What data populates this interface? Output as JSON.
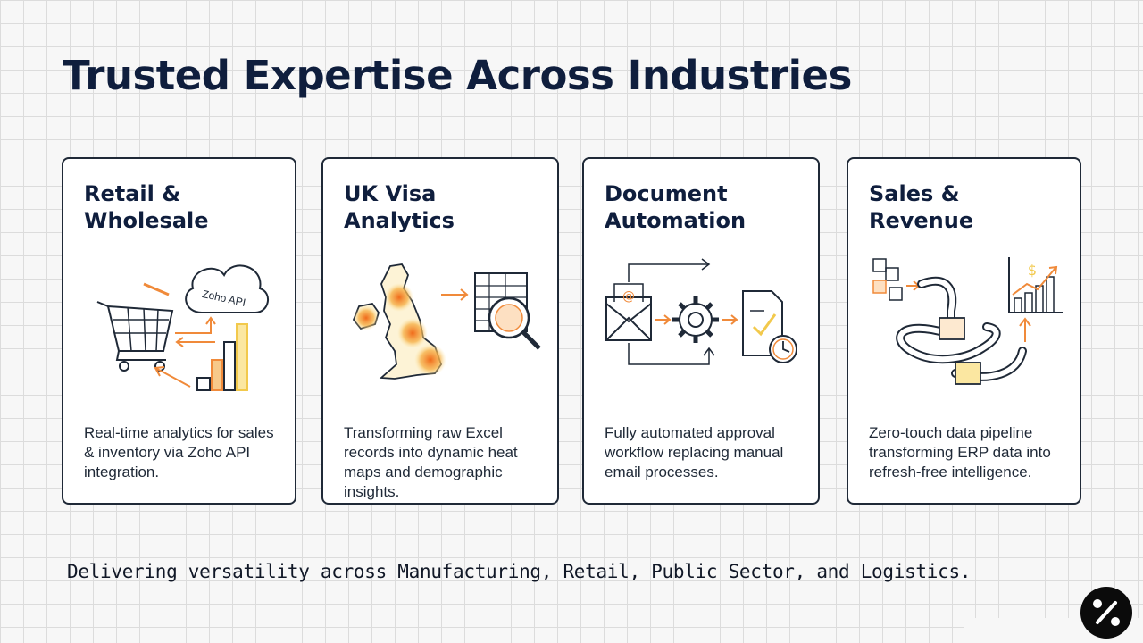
{
  "page": {
    "title": "Trusted Expertise Across Industries",
    "tagline": "Delivering versatility across Manufacturing, Retail, Public Sector, and Logistics."
  },
  "cards": [
    {
      "title": "Retail &\nWholesale",
      "description": "Real-time analytics for sales & inventory via Zoho API integration.",
      "illustration_label": "Zoho API",
      "icon": "shopping-cart-cloud-icon"
    },
    {
      "title": "UK Visa\nAnalytics",
      "description": "Transforming raw Excel records into dynamic heat maps and demographic insights.",
      "icon": "uk-heatmap-icon"
    },
    {
      "title": "Document\nAutomation",
      "description": "Fully automated approval workflow replacing manual email processes.",
      "icon": "workflow-gear-icon"
    },
    {
      "title": "Sales &\nRevenue",
      "description": "Zero-touch data pipeline transforming ERP data into refresh-free intelligence.",
      "icon": "data-pipeline-icon"
    }
  ],
  "colors": {
    "title": "#0f1e3d",
    "accent_orange": "#f08a3a",
    "accent_yellow": "#f2c94c",
    "border": "#1f2937"
  }
}
